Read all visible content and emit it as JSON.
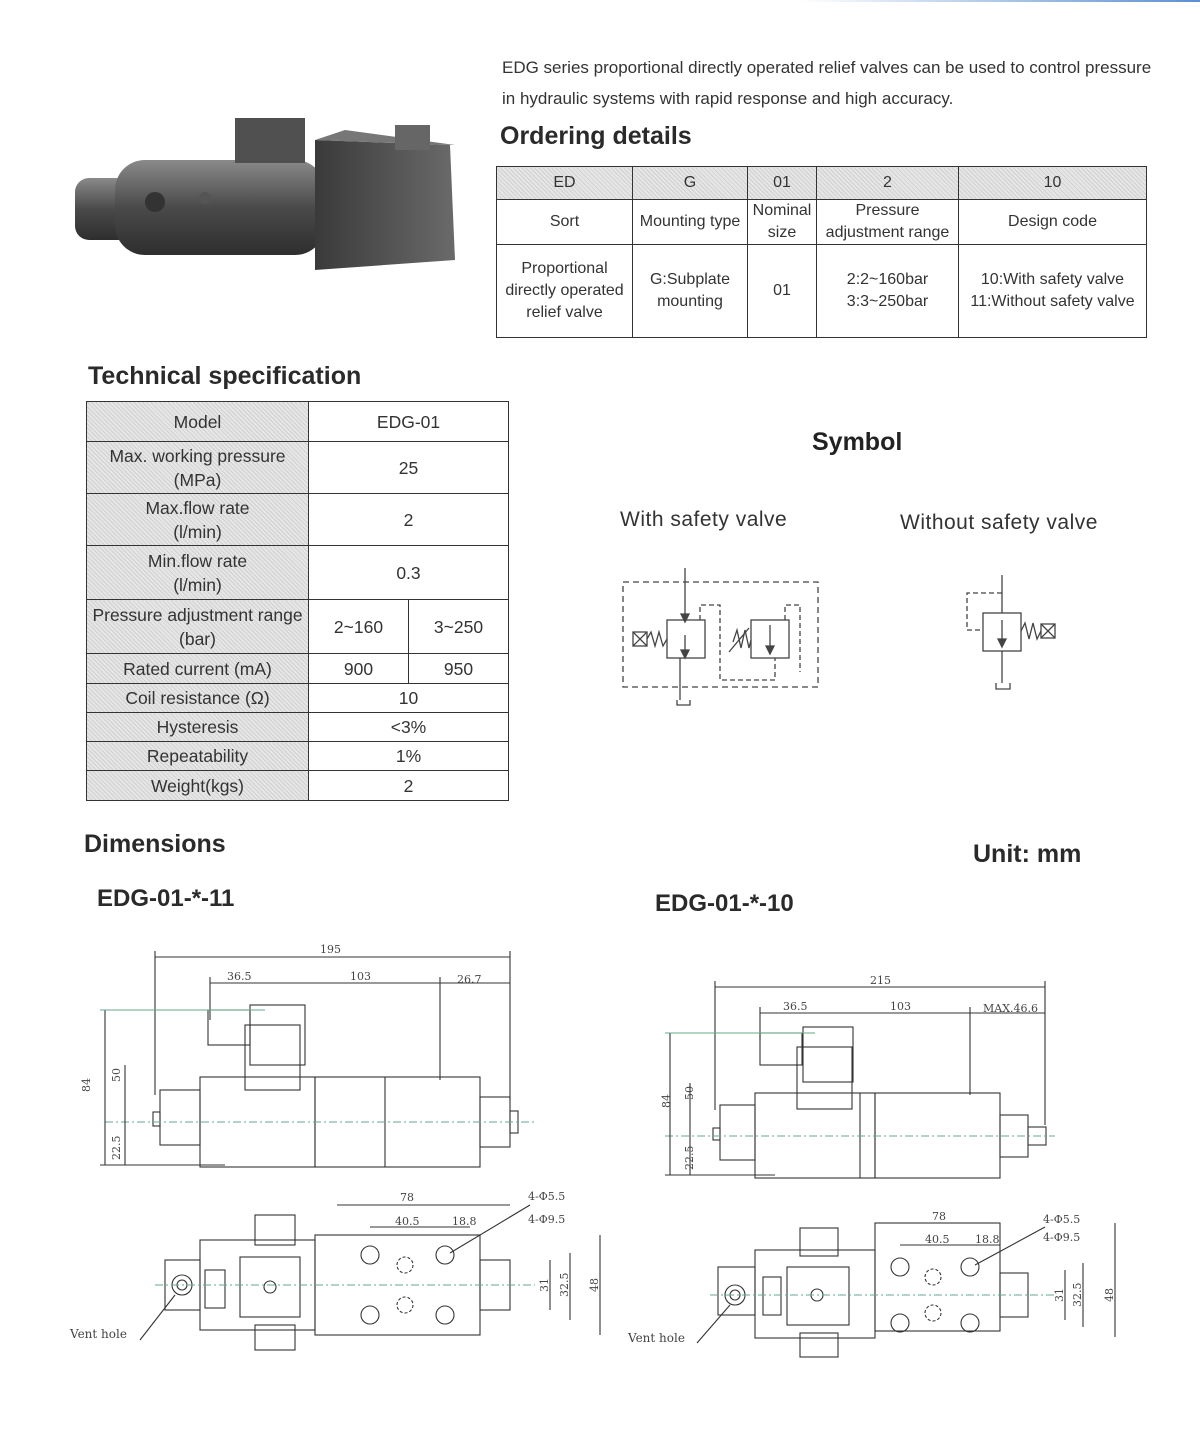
{
  "intro": "EDG series proportional directly operated relief valves can be used to control pressure in hydraulic systems with rapid response and high accuracy.",
  "ordering": {
    "title": "Ordering details",
    "columns": [
      {
        "code": "ED",
        "label": "Sort",
        "value": "Proportional directly operated relief valve"
      },
      {
        "code": "G",
        "label": "Mounting type",
        "value": "G:Subplate mounting"
      },
      {
        "code": "01",
        "label": "Nominal size",
        "value": "01"
      },
      {
        "code": "2",
        "label": "Pressure adjustment range",
        "value_lines": [
          "2:2~160bar",
          "3:3~250bar"
        ]
      },
      {
        "code": "10",
        "label": "Design code",
        "value_lines": [
          "10:With safety valve",
          "11:Without safety valve"
        ]
      }
    ]
  },
  "spec": {
    "title": "Technical specification",
    "model_label": "Model",
    "model_value": "EDG-01",
    "rows": [
      {
        "label": "Max. working pressure (MPa)",
        "value": "25"
      },
      {
        "label": "Max.flow rate (l/min)",
        "value": "2"
      },
      {
        "label": "Min.flow rate (l/min)",
        "value": "0.3"
      },
      {
        "label": "Pressure adjustment range (bar)",
        "values": [
          "2~160",
          "3~250"
        ]
      },
      {
        "label": "Rated current (mA)",
        "values": [
          "900",
          "950"
        ]
      },
      {
        "label": "Coil resistance (Ω)",
        "value": "10"
      },
      {
        "label": "Hysteresis",
        "value": "<3%"
      },
      {
        "label": "Repeatability",
        "value": "1%"
      },
      {
        "label": "Weight(kgs)",
        "value": "2"
      }
    ]
  },
  "symbol": {
    "title": "Symbol",
    "with_label": "With safety valve",
    "without_label": "Without safety valve"
  },
  "dimensions": {
    "title": "Dimensions",
    "unit": "Unit: mm",
    "left": {
      "title": "EDG-01-*-11",
      "overall": "195",
      "d1": "36.5",
      "d2": "103",
      "d3": "26.7",
      "h_total": "84",
      "h1": "50",
      "h2": "22.5",
      "p1": "78",
      "p2": "40.5",
      "p3": "18.8",
      "hole1": "4-Φ5.5",
      "hole2": "4-Φ9.5",
      "w1": "31",
      "w2": "32.5",
      "w3": "48",
      "vent": "Vent hole"
    },
    "right": {
      "title": "EDG-01-*-10",
      "overall": "215",
      "d1": "36.5",
      "d2": "103",
      "d3": "MAX.46.6",
      "h_total": "84",
      "h1": "50",
      "h2": "22.5",
      "p1": "78",
      "p2": "40.5",
      "p3": "18.8",
      "hole1": "4-Φ5.5",
      "hole2": "4-Φ9.5",
      "w1": "31",
      "w2": "32.5",
      "w3": "48",
      "vent": "Vent hole"
    }
  }
}
